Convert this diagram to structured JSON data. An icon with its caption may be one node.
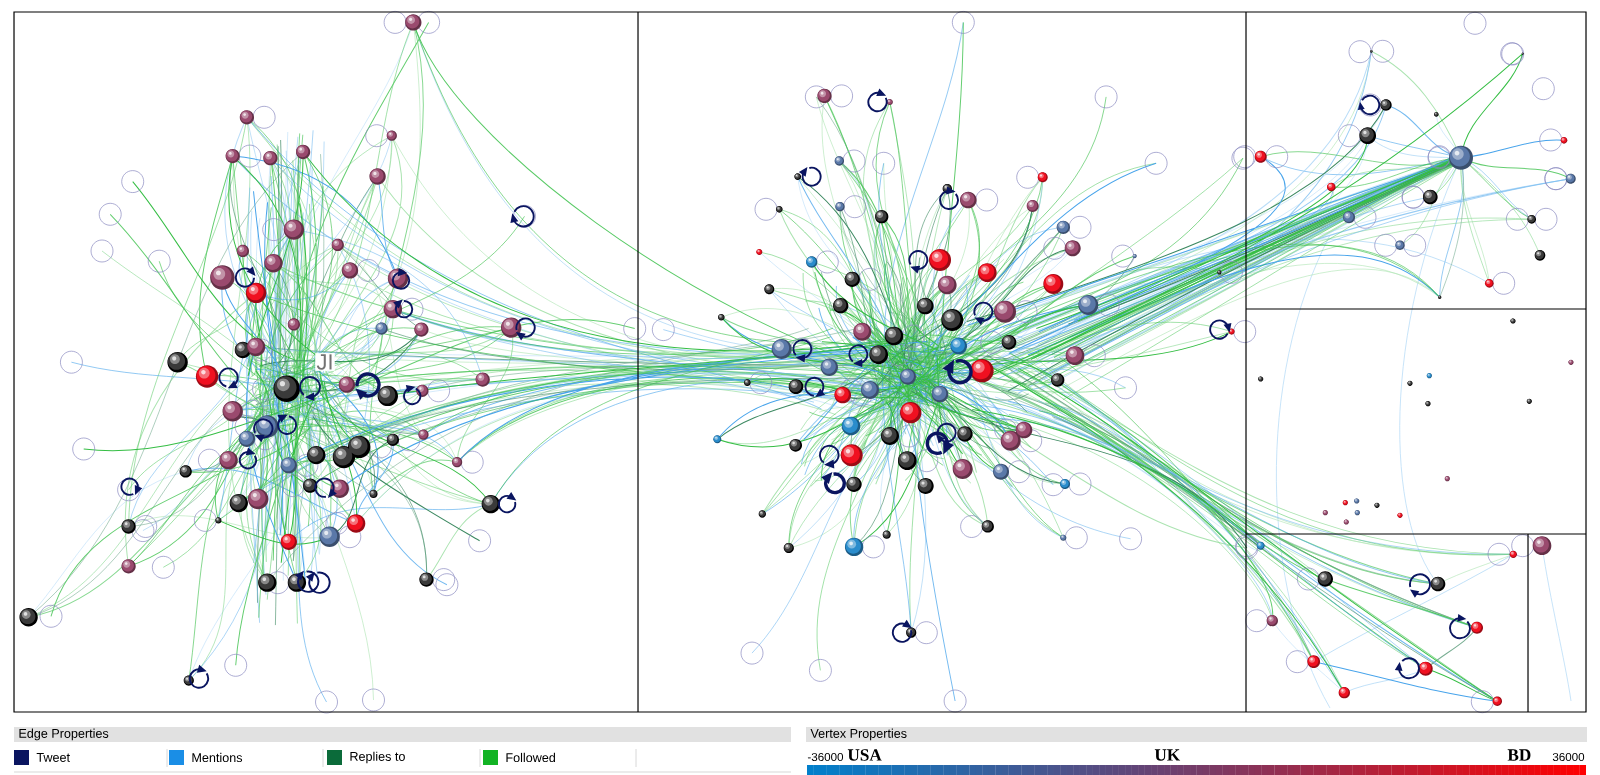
{
  "diagram": {
    "labels": [
      "JI",
      "Edge Properties",
      "Vertex Properties",
      "-36000",
      "USA",
      "UK",
      "BD",
      "36000"
    ],
    "legend": [
      {
        "text": "Tweet",
        "color": "#0a1560"
      },
      {
        "text": "Mentions",
        "color": "#1a8ee6"
      },
      {
        "text": "Replies to",
        "color": "#0b6b3a"
      },
      {
        "text": "Followed",
        "color": "#12b324"
      }
    ]
  }
}
